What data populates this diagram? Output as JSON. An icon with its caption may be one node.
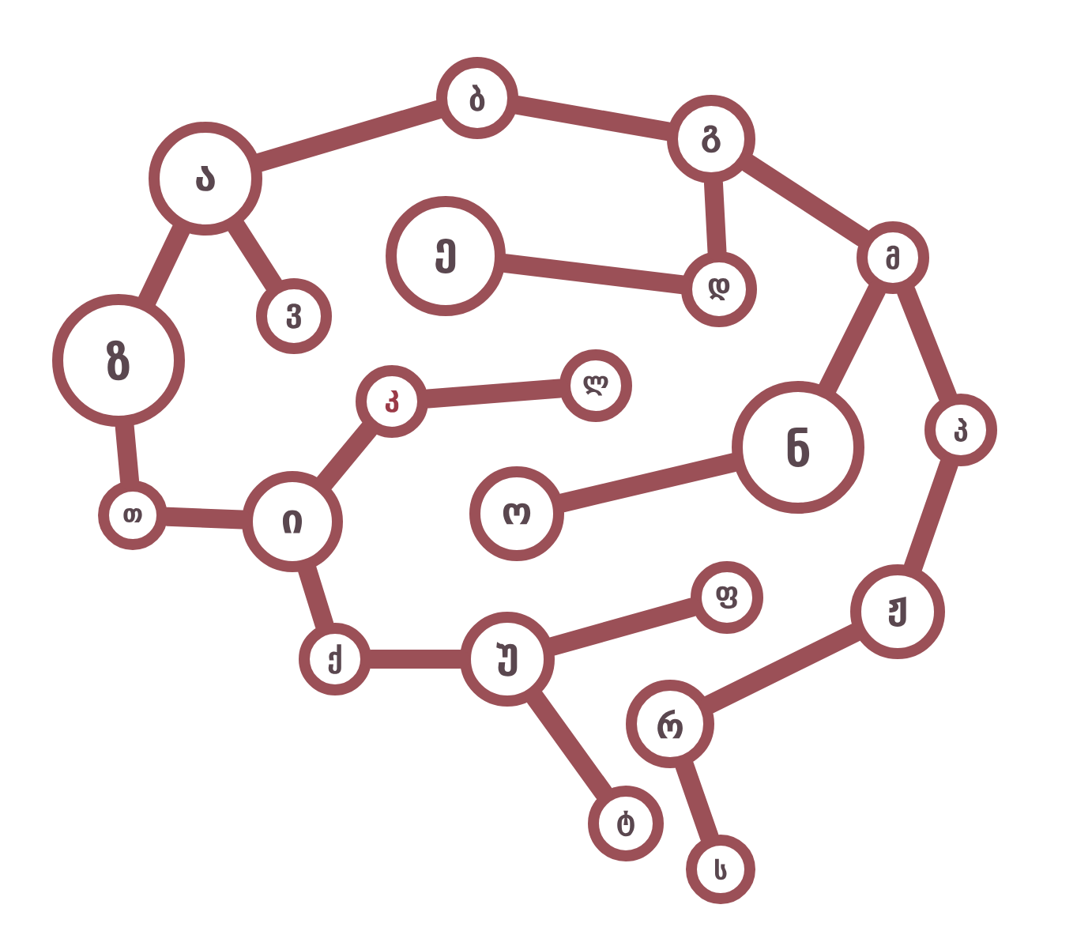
{
  "diagram": {
    "nodes": [
      {
        "text": [
          "ა"
        ]
      },
      {
        "text": [
          "ბ"
        ]
      },
      {
        "text": [
          "გ"
        ]
      },
      {
        "text": [
          "დ"
        ]
      },
      {
        "text": [
          "ე"
        ]
      },
      {
        "text": [
          "ვ"
        ]
      },
      {
        "text": [
          "ზ"
        ]
      },
      {
        "text": [
          "თ"
        ]
      },
      {
        "text": [
          "ი"
        ]
      },
      {
        "text": [
          "კ"
        ]
      },
      {
        "text": [
          "ლ"
        ]
      },
      {
        "text": [
          "მ"
        ]
      },
      {
        "text": [
          "ნ"
        ]
      },
      {
        "text": [
          "ო"
        ]
      },
      {
        "text": [
          "პ"
        ]
      },
      {
        "text": [
          "ჟ"
        ]
      },
      {
        "text": [
          "რ"
        ]
      },
      {
        "text": [
          "ს"
        ]
      },
      {
        "text": [
          "ტ"
        ]
      },
      {
        "text": [
          "უ"
        ]
      },
      {
        "text": [
          "ფ"
        ]
      },
      {
        "text": [
          "ქ"
        ]
      }
    ],
    "edges": [
      {
        "from": 0,
        "to": 1,
        "arrow": "none"
      },
      {
        "from": 1,
        "to": 2,
        "arrow": "none"
      },
      {
        "from": 0,
        "to": 5,
        "arrow": "none"
      },
      {
        "from": 0,
        "to": 6,
        "arrow": "none"
      },
      {
        "from": 6,
        "to": 7,
        "arrow": "none"
      },
      {
        "from": 7,
        "to": 8,
        "arrow": "none"
      },
      {
        "from": 8,
        "to": 9,
        "arrow": "none"
      },
      {
        "from": 9,
        "to": 10,
        "arrow": "none"
      },
      {
        "from": 4,
        "to": 3,
        "arrow": "none"
      },
      {
        "from": 2,
        "to": 3,
        "arrow": "none"
      },
      {
        "from": 2,
        "to": 11,
        "arrow": "none"
      },
      {
        "from": 11,
        "to": 12,
        "arrow": "none"
      },
      {
        "from": 11,
        "to": 14,
        "arrow": "none"
      },
      {
        "from": 12,
        "to": 13,
        "arrow": "none"
      },
      {
        "from": 14,
        "to": 15,
        "arrow": "none"
      },
      {
        "from": 15,
        "to": 16,
        "arrow": "none"
      },
      {
        "from": 16,
        "to": 17,
        "arrow": "none"
      },
      {
        "from": 8,
        "to": 21,
        "arrow": "none"
      },
      {
        "from": 21,
        "to": 19,
        "arrow": "none"
      },
      {
        "from": 19,
        "to": 20,
        "arrow": "none"
      },
      {
        "from": 19,
        "to": 18,
        "arrow": "none"
      }
    ]
  }
}
